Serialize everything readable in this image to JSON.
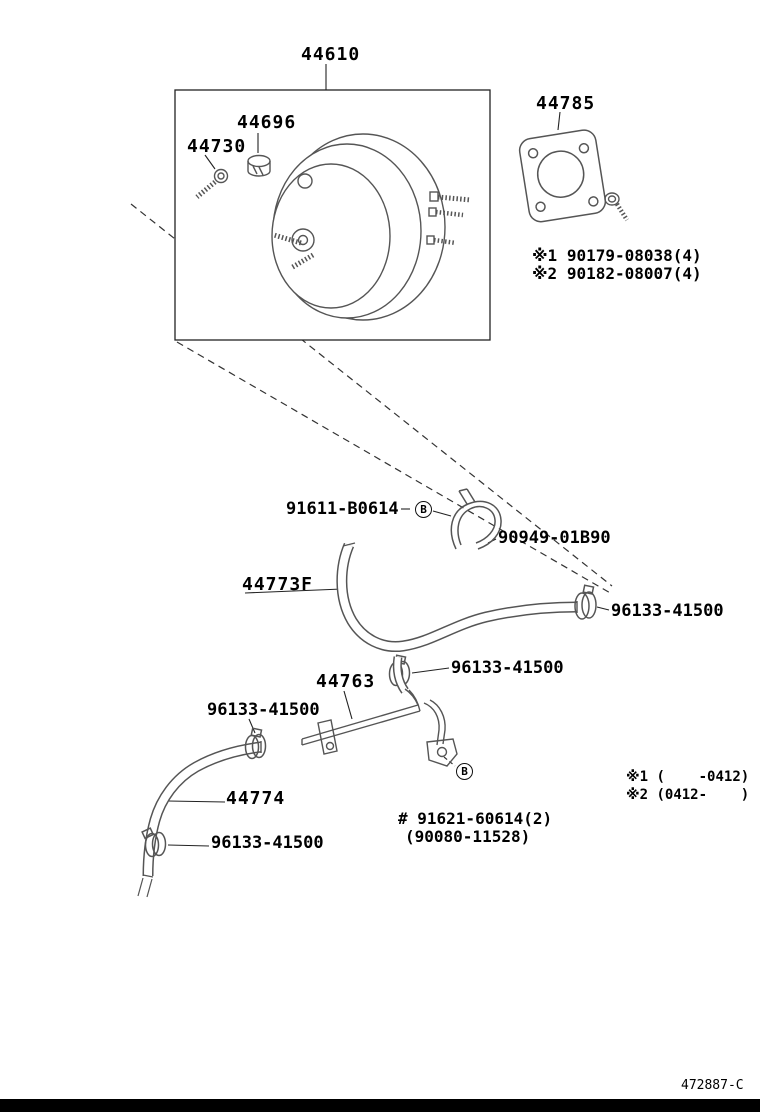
{
  "parts": {
    "booster_assy": "44610",
    "grommet": "44696",
    "stud": "44730",
    "gasket": "44785",
    "hose_clamp": "91611-B0614",
    "clip": "90949-01B90",
    "hose_no1": "44773F",
    "clamp": "96133-41500",
    "tube": "44763",
    "hose_no2": "44774"
  },
  "notes": {
    "bolt_no1": "※1 90179-08038(4)",
    "bolt_no2": "※2 90182-08007(4)",
    "union_bolt": "# 91621-60614(2)",
    "union_bolt_alt": "(90080-11528)",
    "applicability_no1": "※1 (    -0412)",
    "applicability_no2": "※2 (0412-    )",
    "callout_b": "B"
  },
  "footer": {
    "doc_code": "472887-C"
  }
}
